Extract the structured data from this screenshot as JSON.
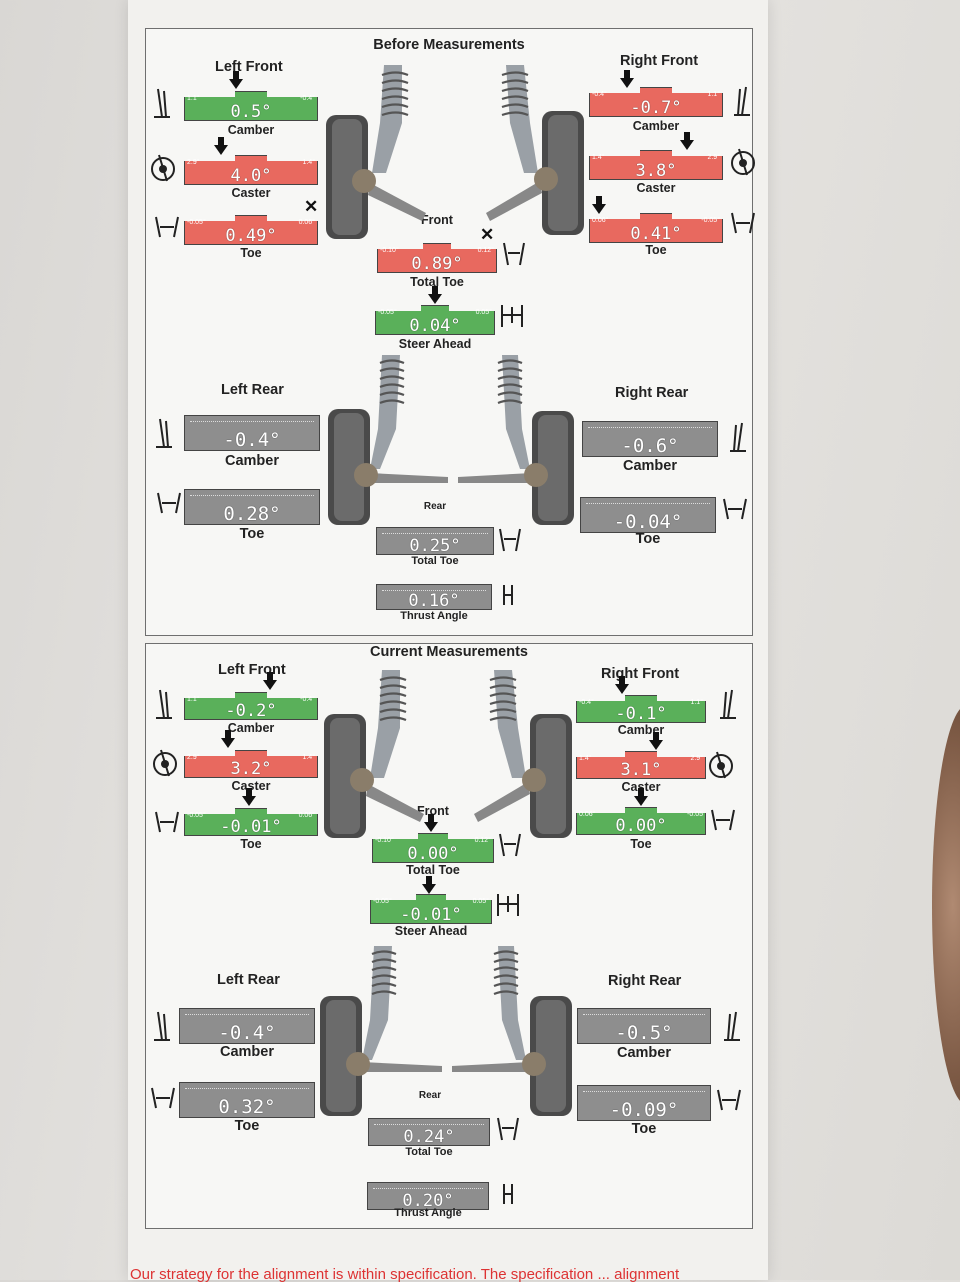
{
  "colors": {
    "green": "#5ab05a",
    "red": "#e8695f",
    "gray": "#8e8e8e"
  },
  "panels": [
    {
      "title": "Before Measurements",
      "left_front": {
        "label": "Left Front",
        "camber": {
          "value": "0.5°",
          "min": "1.1°",
          "max": "-0.4°",
          "caption": "Camber",
          "status": "green"
        },
        "caster": {
          "value": "4.0°",
          "min": "2.9°",
          "max": "1.4°",
          "caption": "Caster",
          "status": "red"
        },
        "toe": {
          "value": "0.49°",
          "min": "-0.05°",
          "max": "0.06°",
          "caption": "Toe",
          "status": "red"
        }
      },
      "right_front": {
        "label": "Right Front",
        "camber": {
          "value": "-0.7°",
          "min": "-0.4°",
          "max": "1.1°",
          "caption": "Camber",
          "status": "red"
        },
        "caster": {
          "value": "3.8°",
          "min": "1.4°",
          "max": "2.9°",
          "caption": "Caster",
          "status": "red"
        },
        "toe": {
          "value": "0.41°",
          "min": "0.06°",
          "max": "-0.05°",
          "caption": "Toe",
          "status": "red"
        }
      },
      "front": {
        "label": "Front",
        "total_toe": {
          "value": "0.89°",
          "min": "-0.10°",
          "max": "0.12°",
          "caption": "Total Toe",
          "status": "red"
        },
        "steer_ahead": {
          "value": "0.04°",
          "min": "-0.05°",
          "max": "0.05°",
          "caption": "Steer Ahead",
          "status": "green"
        }
      },
      "left_rear": {
        "label": "Left Rear",
        "camber": {
          "value": "-0.4°",
          "caption": "Camber",
          "status": "gray"
        },
        "toe": {
          "value": "0.28°",
          "caption": "Toe",
          "status": "gray"
        }
      },
      "right_rear": {
        "label": "Right Rear",
        "camber": {
          "value": "-0.6°",
          "caption": "Camber",
          "status": "gray"
        },
        "toe": {
          "value": "-0.04°",
          "caption": "Toe",
          "status": "gray"
        }
      },
      "rear": {
        "label": "Rear",
        "total_toe": {
          "value": "0.25°",
          "caption": "Total Toe",
          "status": "gray"
        },
        "thrust_angle": {
          "value": "0.16°",
          "caption": "Thrust Angle",
          "status": "gray"
        }
      }
    },
    {
      "title": "Current Measurements",
      "left_front": {
        "label": "Left Front",
        "camber": {
          "value": "-0.2°",
          "min": "1.1°",
          "max": "-0.4°",
          "caption": "Camber",
          "status": "green"
        },
        "caster": {
          "value": "3.2°",
          "min": "2.9°",
          "max": "1.4°",
          "caption": "Caster",
          "status": "red"
        },
        "toe": {
          "value": "-0.01°",
          "min": "-0.05°",
          "max": "0.06°",
          "caption": "Toe",
          "status": "green"
        }
      },
      "right_front": {
        "label": "Right Front",
        "camber": {
          "value": "-0.1°",
          "min": "-0.4°",
          "max": "1.1°",
          "caption": "Camber",
          "status": "green"
        },
        "caster": {
          "value": "3.1°",
          "min": "1.4°",
          "max": "2.9°",
          "caption": "Caster",
          "status": "red"
        },
        "toe": {
          "value": "0.00°",
          "min": "0.06°",
          "max": "-0.05",
          "caption": "Toe",
          "status": "green"
        }
      },
      "front": {
        "label": "Front",
        "total_toe": {
          "value": "0.00°",
          "min": "-0.10°",
          "max": "0.12°",
          "caption": "Total Toe",
          "status": "green"
        },
        "steer_ahead": {
          "value": "-0.01°",
          "min": "-0.05°",
          "max": "0.05°",
          "caption": "Steer Ahead",
          "status": "green"
        }
      },
      "left_rear": {
        "label": "Left Rear",
        "camber": {
          "value": "-0.4°",
          "caption": "Camber",
          "status": "gray"
        },
        "toe": {
          "value": "0.32°",
          "caption": "Toe",
          "status": "gray"
        }
      },
      "right_rear": {
        "label": "Right Rear",
        "camber": {
          "value": "-0.5°",
          "caption": "Camber",
          "status": "gray"
        },
        "toe": {
          "value": "-0.09°",
          "caption": "Toe",
          "status": "gray"
        }
      },
      "rear": {
        "label": "Rear",
        "total_toe": {
          "value": "0.24°",
          "caption": "Total Toe",
          "status": "gray"
        },
        "thrust_angle": {
          "value": "0.20°",
          "caption": "Thrust Angle",
          "status": "gray"
        }
      }
    }
  ],
  "footer_text": "Our strategy for the alignment is within specification. The specification ... alignment"
}
